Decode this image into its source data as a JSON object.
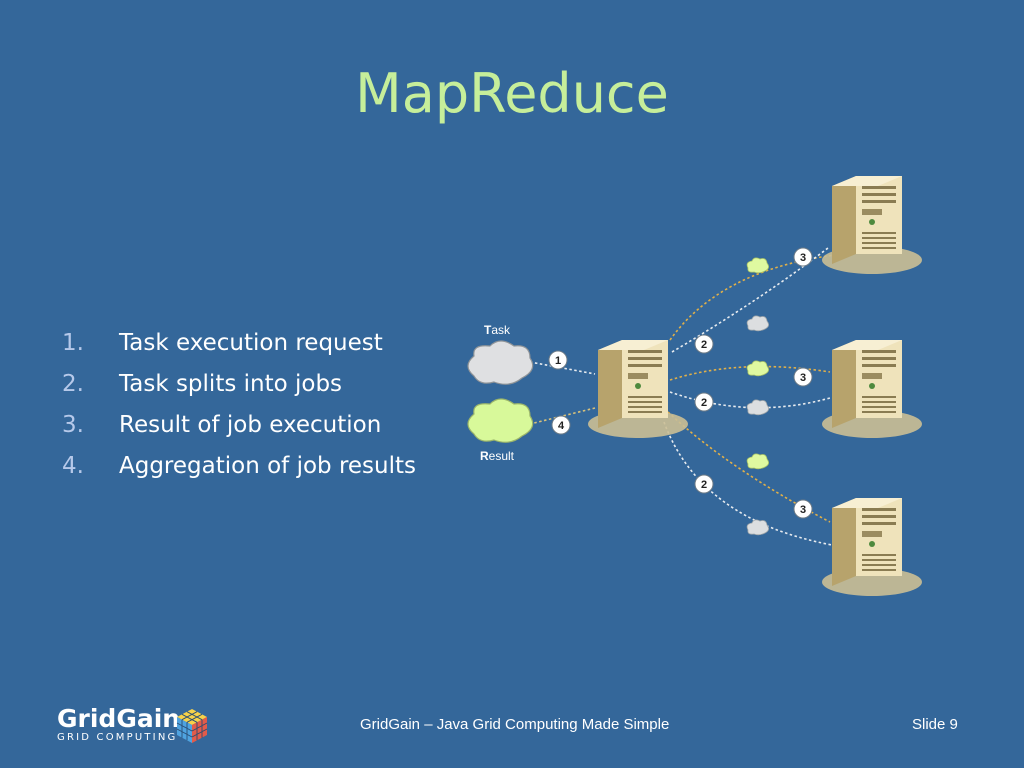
{
  "title": "MapReduce",
  "steps": [
    {
      "num": "1.",
      "text": "Task execution request"
    },
    {
      "num": "2.",
      "text": "Task splits into jobs"
    },
    {
      "num": "3.",
      "text": "Result of job execution"
    },
    {
      "num": "4.",
      "text": "Aggregation of job results"
    }
  ],
  "diagram": {
    "task_initial": "T",
    "task_rest": "ask",
    "result_initial": "R",
    "result_rest": "esult",
    "badges": {
      "b1": "1",
      "b2": "2",
      "b3": "3",
      "b4": "4"
    }
  },
  "logo": {
    "name": "GridGain",
    "tagline": "GRID COMPUTING"
  },
  "footer": {
    "text": "GridGain – Java Grid Computing Made Simple",
    "slide": "Slide 9"
  },
  "colors": {
    "background": "#34679a",
    "title": "#c6ee9a",
    "job_cloud": "#dff9a0",
    "result_cloud": "#d8f99a"
  }
}
